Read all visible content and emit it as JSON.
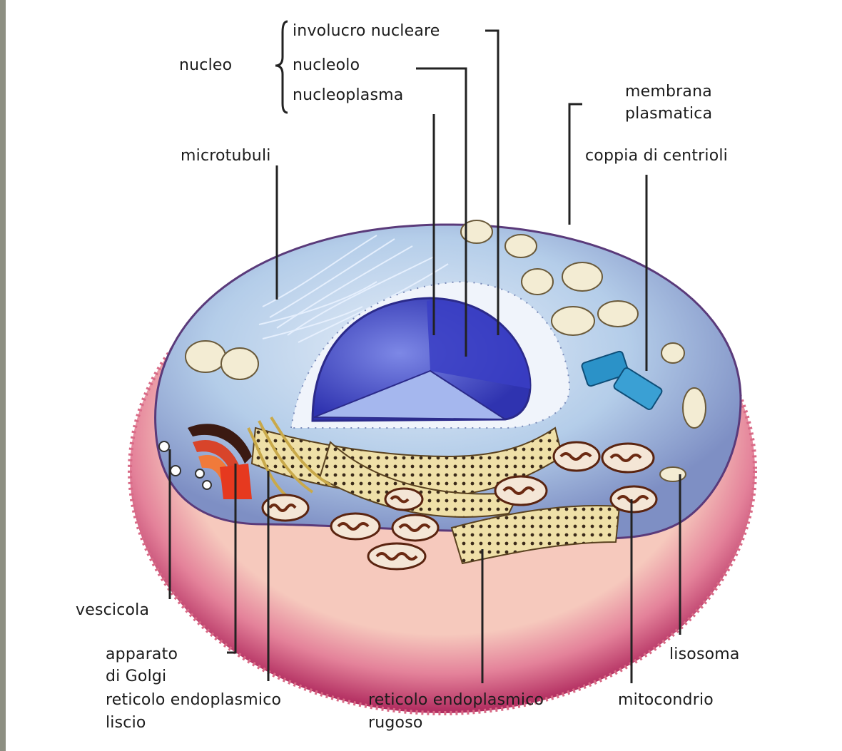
{
  "labels": {
    "nucleo": "nucleo",
    "involucro_nucleare": "involucro nucleare",
    "nucleolo": "nucleolo",
    "nucleoplasma": "nucleoplasma",
    "membrana_line1": "membrana",
    "membrana_line2": "plasmatica",
    "microtubuli": "microtubuli",
    "coppia_centrioli": "coppia di centrioli",
    "vescicola": "vescicola",
    "golgi_line1": "apparato",
    "golgi_line2": "di Golgi",
    "rel_line1": "reticolo endoplasmico",
    "rel_line2": "liscio",
    "rer_line1": "reticolo endoplasmico",
    "rer_line2": "rugoso",
    "mitocondrio": "mitocondrio",
    "lisosoma": "lisosoma"
  },
  "colors": {
    "background_border": "#8d8f82",
    "membrane_outer": "#c53a6a",
    "membrane_inner": "#f2b7a7",
    "cytoplasm": "#a9c6e6",
    "nucleus": "#3e44c8",
    "nucleus_light": "#9fb0f0",
    "mitochondria": "#6b2a12",
    "vesicles": "#f1ead0",
    "centrioles": "#2a8fc6",
    "golgi": "#d8442a",
    "reticulum": "#e7d59a"
  }
}
